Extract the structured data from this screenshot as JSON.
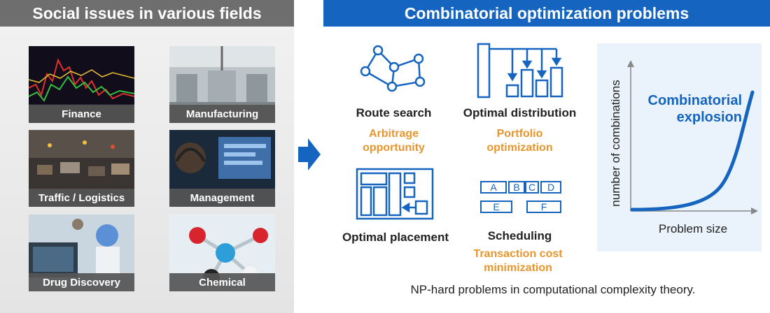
{
  "left": {
    "title": "Social issues in various fields",
    "tiles": [
      "Finance",
      "Manufacturing",
      "Traffic / Logistics",
      "Management",
      "Drug Discovery",
      "Chemical"
    ]
  },
  "right": {
    "title": "Combinatorial optimization problems",
    "problems": [
      {
        "label": "Route search",
        "example": "Arbitrage opportunity",
        "example_lines": [
          "Arbitrage",
          "opportunity"
        ],
        "icon": "route-graph-icon"
      },
      {
        "label": "Optimal distribution",
        "example": "Portfolio optimization",
        "example_lines": [
          "Portfolio",
          "optimization"
        ],
        "icon": "distribution-icon"
      },
      {
        "label": "Optimal placement",
        "example": "",
        "example_lines": [],
        "icon": "placement-icon"
      },
      {
        "label": "Scheduling",
        "example": "Transaction cost minimization",
        "example_lines": [
          "Transaction cost",
          "minimization"
        ],
        "icon": "schedule-icon"
      }
    ],
    "schedule_blocks": [
      "A",
      "B",
      "C",
      "D",
      "E",
      "F"
    ],
    "footnote": "NP-hard problems in computational complexity theory."
  },
  "chart": {
    "ylabel": "number of combinations",
    "xlabel": "Problem size",
    "annotation_lines": [
      "Combinatorial",
      "explosion"
    ]
  },
  "colors": {
    "accent_blue": "#1565c0",
    "example_orange": "#e8962c",
    "header_gray": "#6e6e6e"
  }
}
